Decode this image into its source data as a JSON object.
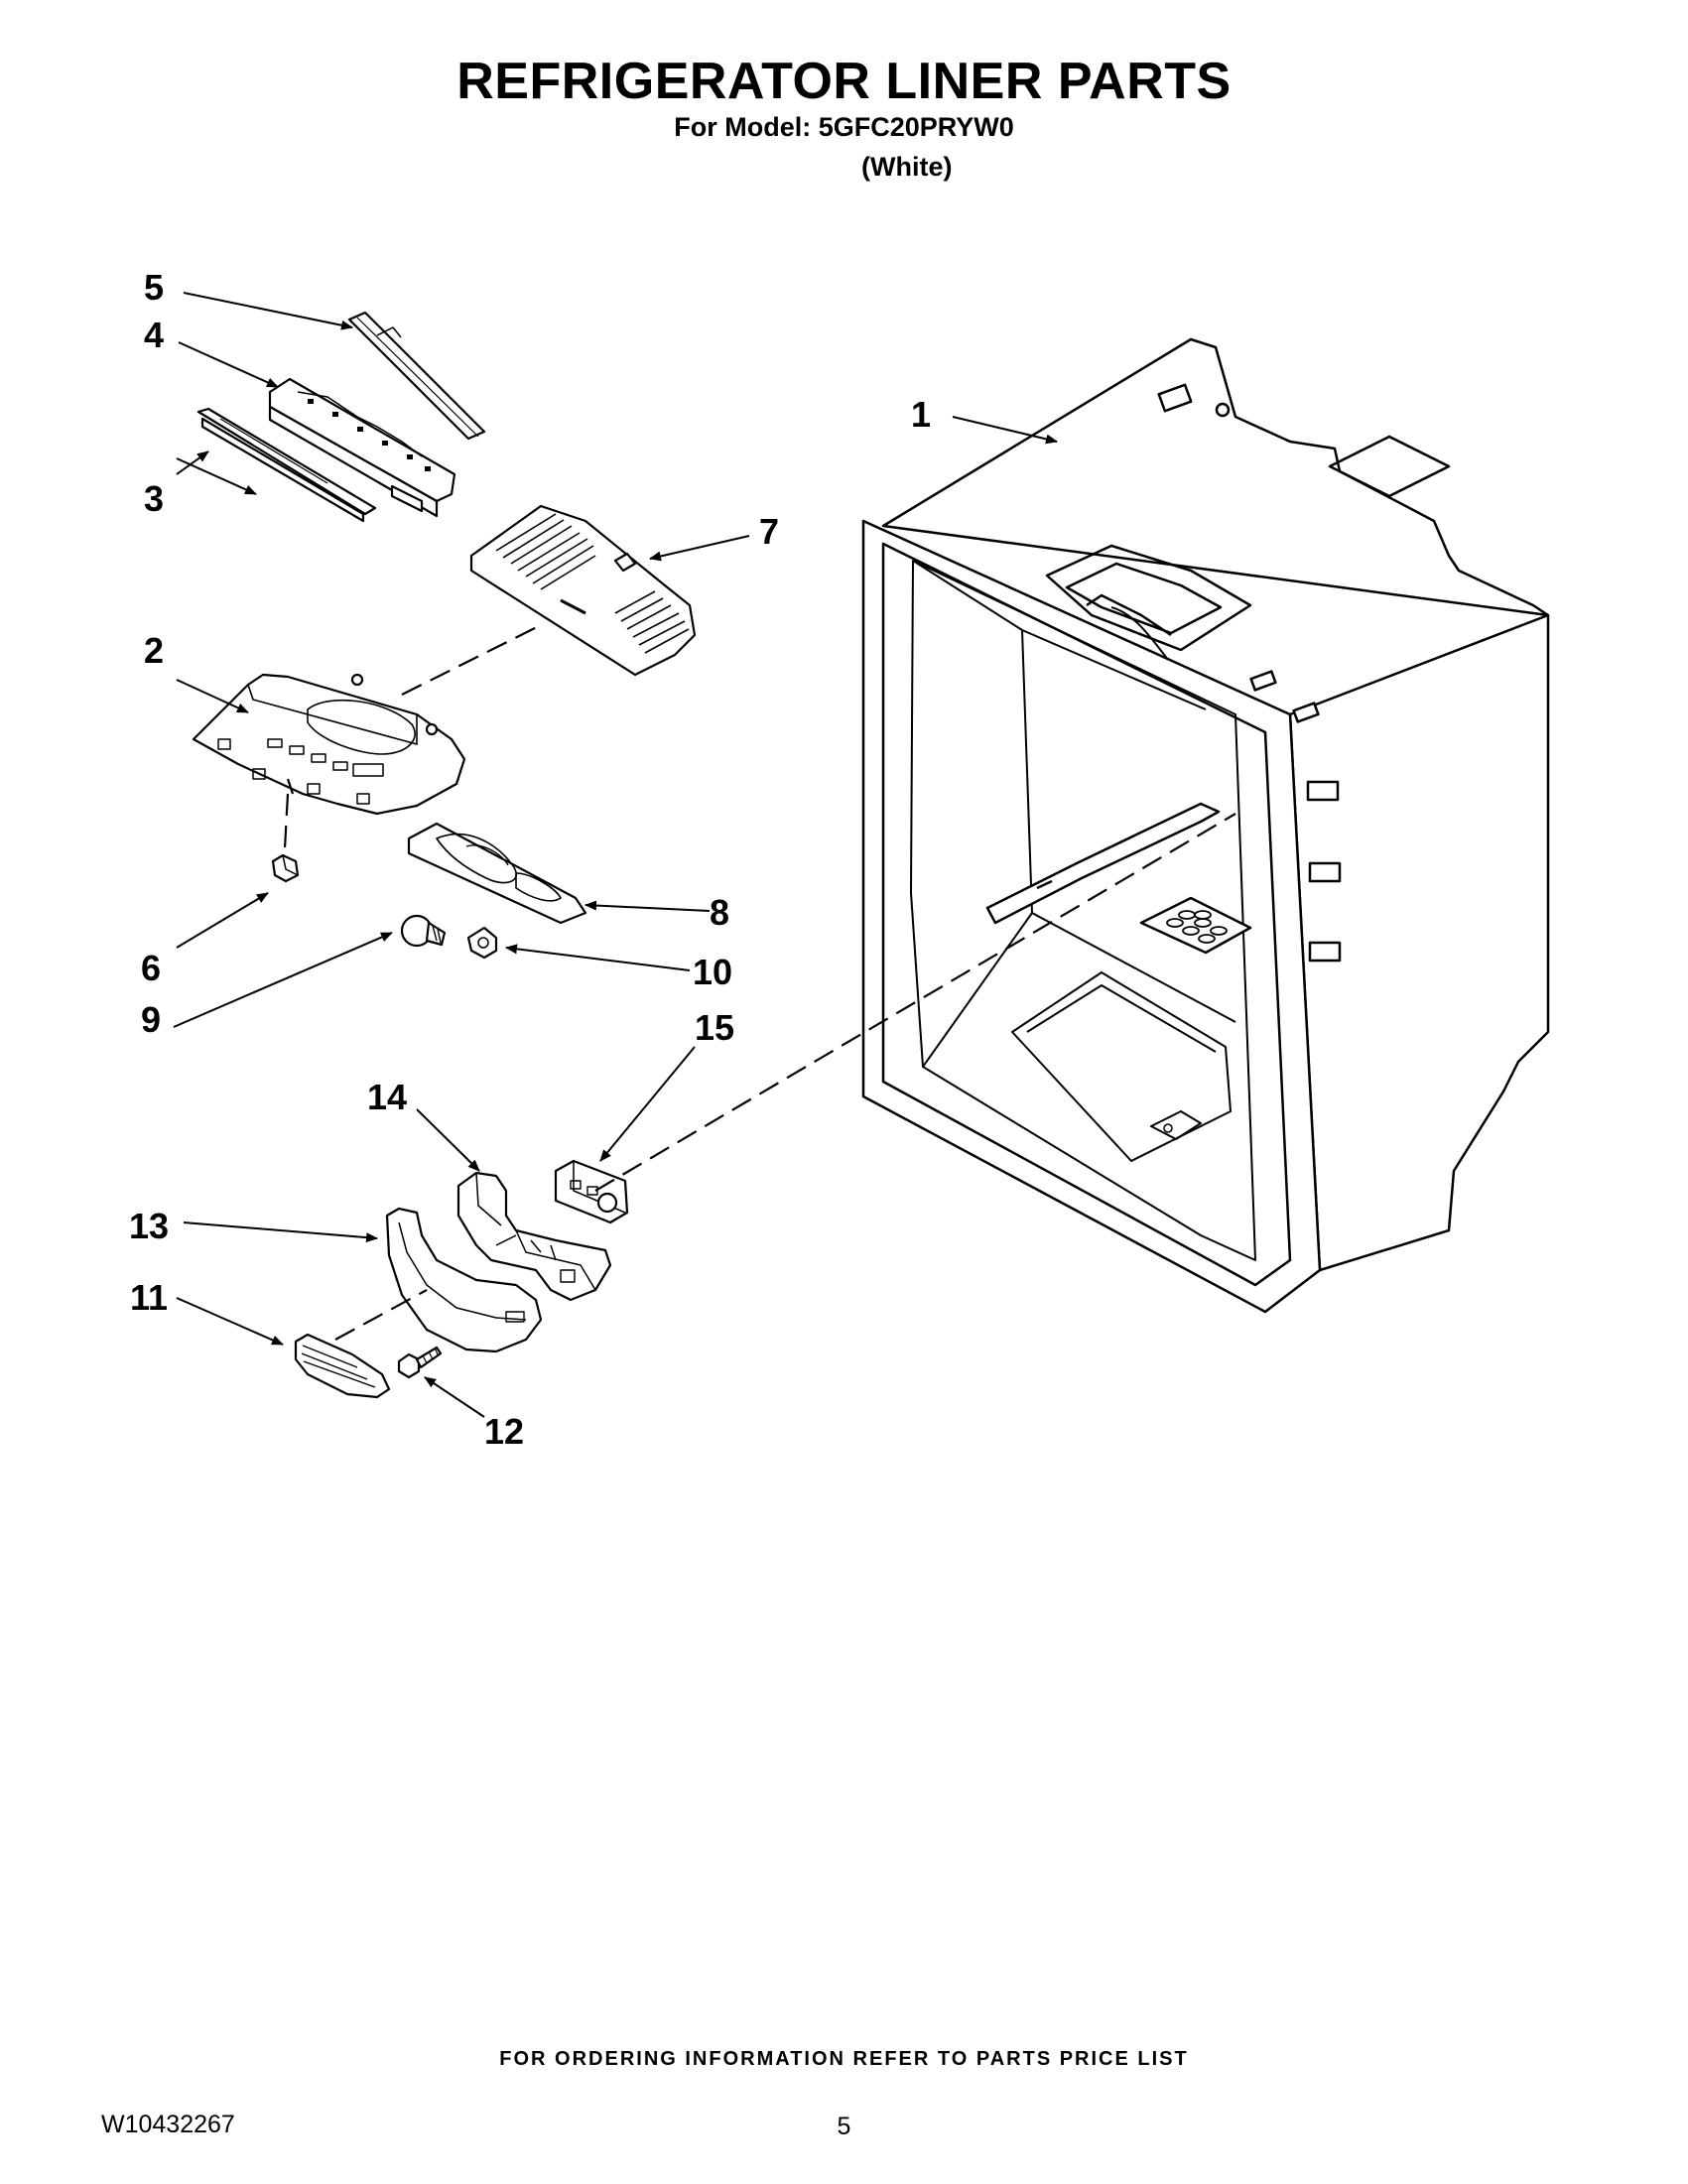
{
  "header": {
    "title": "REFRIGERATOR LINER PARTS",
    "model_line": "For Model: 5GFC20PRYW0",
    "color_line": "(White)"
  },
  "diagram": {
    "callouts": [
      "1",
      "2",
      "3",
      "4",
      "5",
      "6",
      "7",
      "8",
      "9",
      "10",
      "11",
      "12",
      "13",
      "14",
      "15"
    ]
  },
  "footer": {
    "ordering_note": "FOR ORDERING INFORMATION REFER TO PARTS PRICE LIST",
    "doc_number": "W10432267",
    "page_number": "5"
  }
}
